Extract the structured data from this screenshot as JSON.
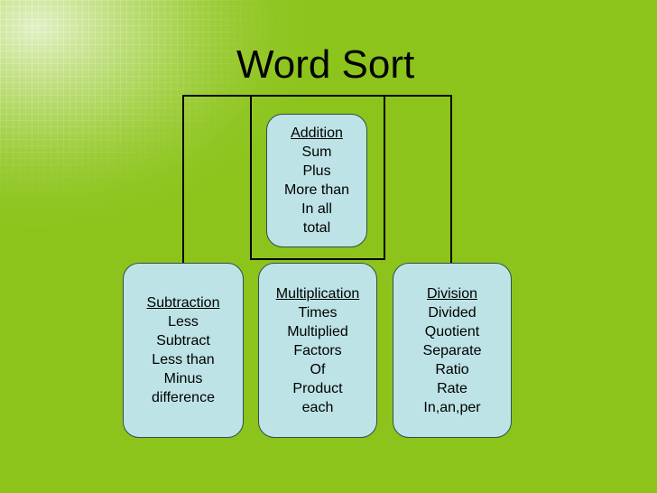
{
  "slide": {
    "title": "Word Sort",
    "background_color": "#8cc41c",
    "box_color": "#bde3e6"
  },
  "boxes": {
    "addition": {
      "heading": "Addition",
      "words": [
        "Sum",
        "Plus",
        "More than",
        "In all",
        "total"
      ]
    },
    "subtraction": {
      "heading": "Subtraction",
      "words": [
        "Less",
        "Subtract",
        "Less than",
        "Minus",
        "difference"
      ]
    },
    "multiplication": {
      "heading": "Multiplication",
      "words": [
        "Times",
        "Multiplied",
        "Factors",
        "Of",
        "Product",
        "each"
      ]
    },
    "division": {
      "heading": "Division",
      "words": [
        "Divided",
        "Quotient",
        "Separate",
        "Ratio",
        "Rate",
        "In,an,per"
      ]
    }
  }
}
